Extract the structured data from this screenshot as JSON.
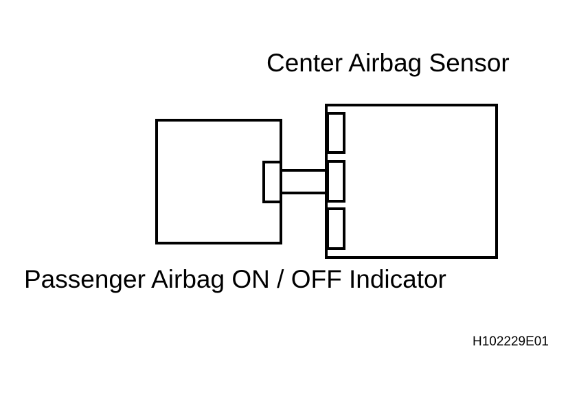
{
  "labels": {
    "center_airbag_sensor": "Center Airbag Sensor",
    "passenger_indicator": "Passenger Airbag ON / OFF Indicator",
    "figure_code": "H102229E01"
  },
  "colors": {
    "line": "#000000",
    "background": "#ffffff"
  }
}
